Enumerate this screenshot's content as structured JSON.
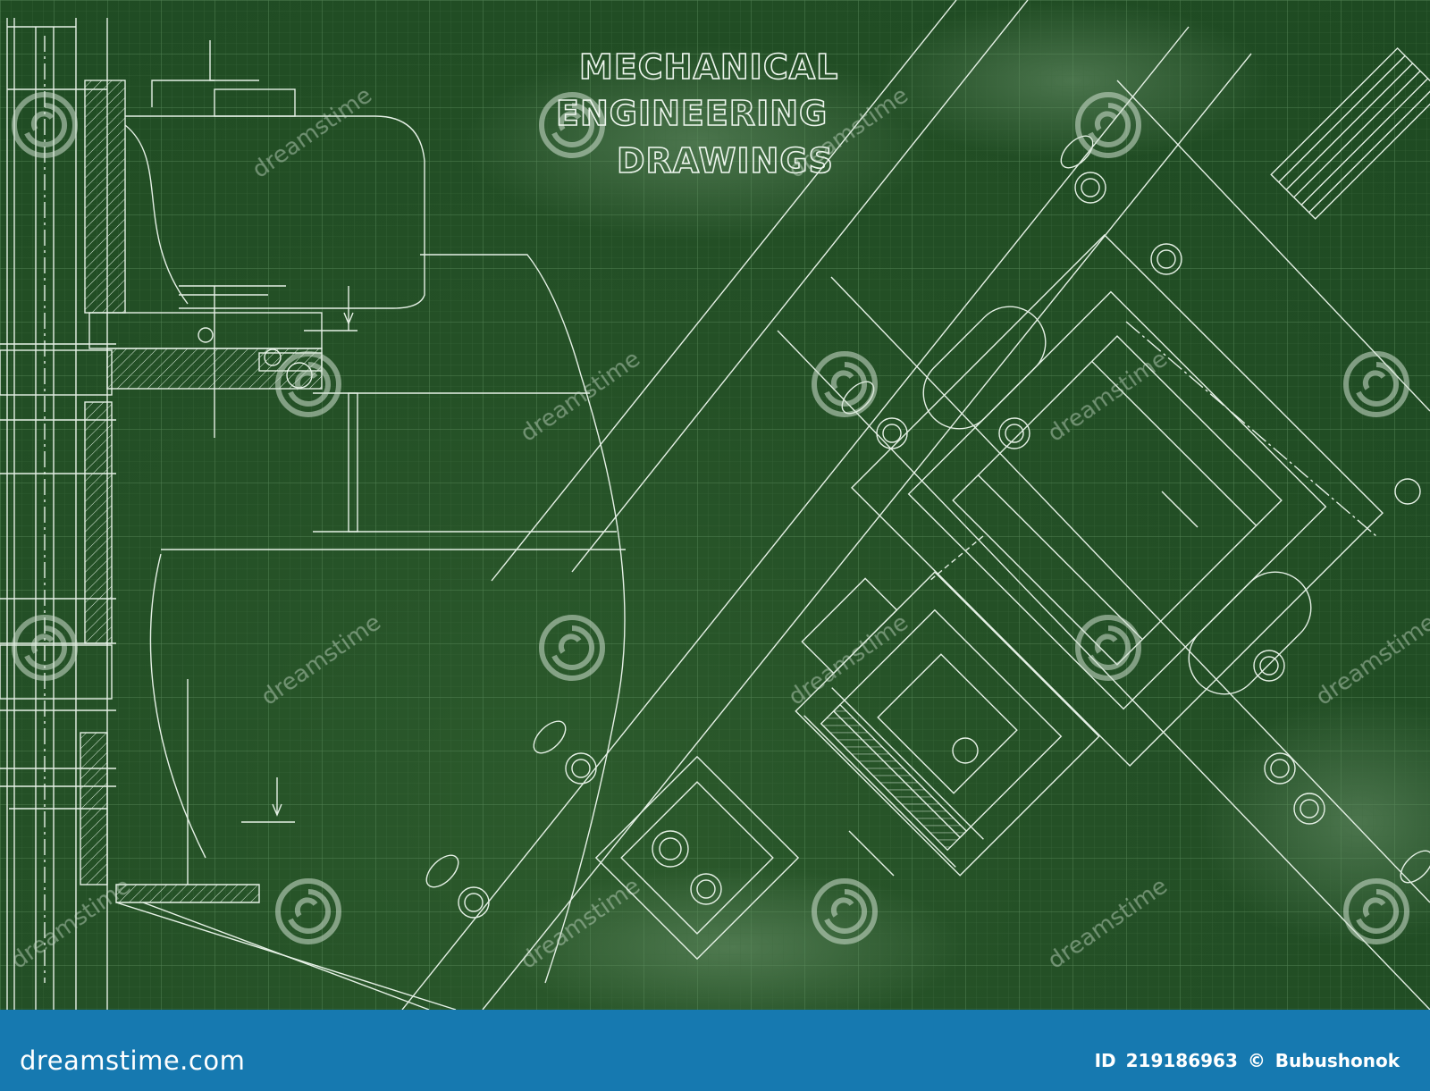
{
  "title": {
    "line1": "MECHANICAL",
    "line2": "ENGINEERING",
    "line3": "DRAWINGS"
  },
  "watermark": "dreamstime",
  "footer": {
    "logo": "dreamstime.com",
    "id_label": "ID",
    "id_value": "219186963",
    "copyright_symbol": "©",
    "author": "Bubushonok",
    "background_color": "#1679b0"
  },
  "colors": {
    "background": "#1f4a22",
    "lines": "#e8f2e8",
    "grid": "#4f7a50"
  },
  "icons": [
    "dreamstime-spiral-logo-icon"
  ]
}
